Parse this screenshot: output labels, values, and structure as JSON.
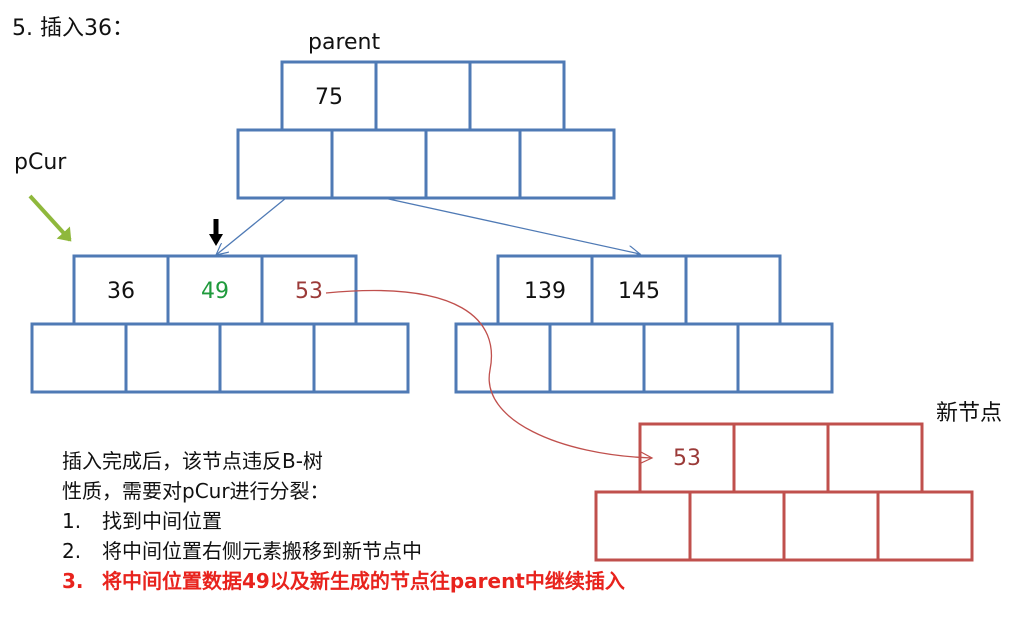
{
  "title": "5. 插入36：",
  "labels": {
    "parent": "parent",
    "pcur": "pCur",
    "new_node": "新节点"
  },
  "nodes": {
    "parent": {
      "keys": [
        "75",
        "",
        ""
      ]
    },
    "pcur": {
      "keys": [
        "36",
        "49",
        "53"
      ]
    },
    "right": {
      "keys": [
        "139",
        "145",
        ""
      ]
    },
    "new_node": {
      "keys": [
        "53",
        "",
        ""
      ]
    }
  },
  "notes": {
    "intro_line1": "插入完成后，该节点违反B-树",
    "intro_line2": "性质，需要对pCur进行分裂：",
    "steps": [
      {
        "num": "1.",
        "text": "找到中间位置"
      },
      {
        "num": "2.",
        "text": "将中间位置右侧元素搬移到新节点中"
      },
      {
        "num": "3.",
        "text": "将中间位置数据49以及新生成的节点往parent中继续插入"
      }
    ]
  },
  "colors": {
    "blue_border": "#4f7ab5",
    "red_border": "#c0504d",
    "green_key": "#1f9a3c",
    "brown_key": "#9b3a38",
    "red_text": "#e8231d",
    "arrow_green": "#8fb83c"
  }
}
